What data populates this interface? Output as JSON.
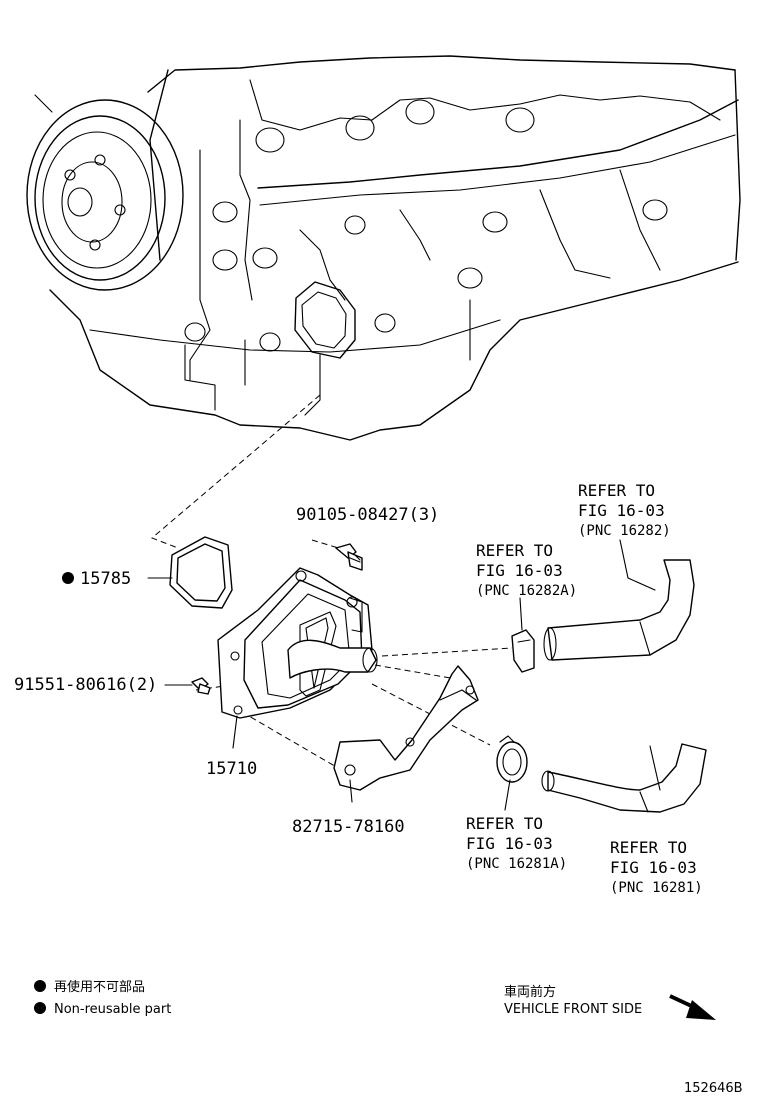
{
  "callouts": {
    "gasket": "15785",
    "bolt": "90105-08427(3)",
    "stud": "91551-80616(2)",
    "cooler": "15710",
    "bracket": "82715-78160"
  },
  "refers": {
    "upper_right": {
      "line1": "REFER TO",
      "line2": "FIG 16-03",
      "pnc": "(PNC 16282)"
    },
    "mid_clamp": {
      "line1": "REFER TO",
      "line2": "FIG 16-03",
      "pnc": "(PNC 16282A)"
    },
    "lower_clamp": {
      "line1": "REFER TO",
      "line2": "FIG 16-03",
      "pnc": "(PNC 16281A)"
    },
    "lower_right": {
      "line1": "REFER TO",
      "line2": "FIG 16-03",
      "pnc": "(PNC 16281)"
    }
  },
  "legend": {
    "jp": "再使用不可部品",
    "en": "Non-reusable part"
  },
  "direction": {
    "jp": "車両前方",
    "en": "VEHICLE FRONT SIDE"
  },
  "figure_id": "152646B"
}
